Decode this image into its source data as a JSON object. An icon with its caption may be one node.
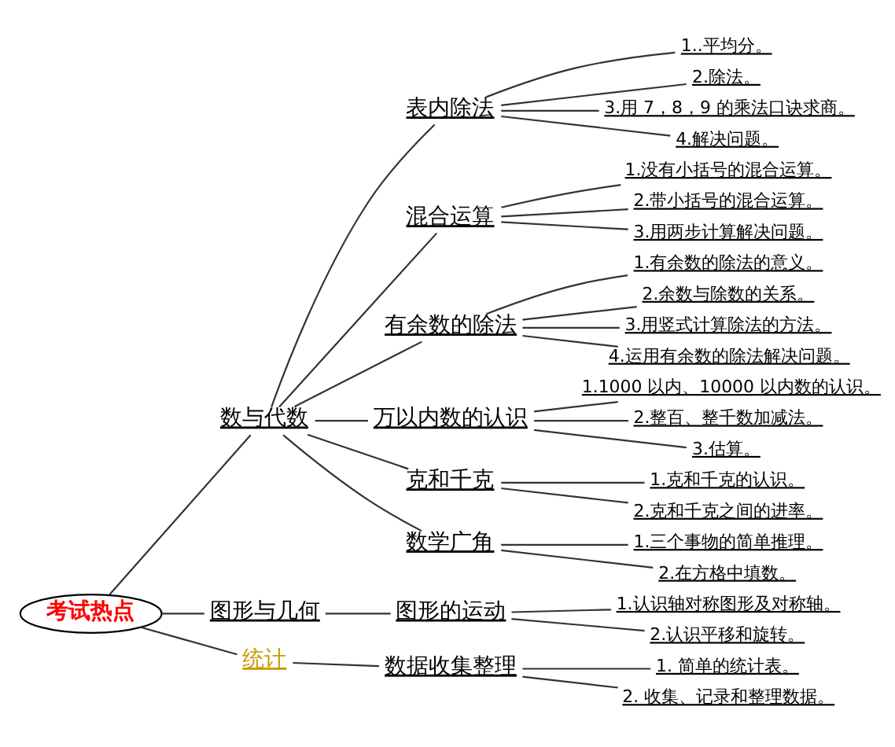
{
  "diagram": {
    "nodes": [
      {
        "text": [
          "考试热点"
        ]
      },
      {
        "text": [
          "数与代数"
        ]
      },
      {
        "text": [
          "表内除法"
        ]
      },
      {
        "text": [
          "1..平均分。"
        ]
      },
      {
        "text": [
          "2.除法。"
        ]
      },
      {
        "text": [
          "3.用 7，8，9 的乘法口诀求商。"
        ]
      },
      {
        "text": [
          "4.解决问题。"
        ]
      },
      {
        "text": [
          "混合运算"
        ]
      },
      {
        "text": [
          "1.没有小括号的混合运算。"
        ]
      },
      {
        "text": [
          "2.带小括号的混合运算。"
        ]
      },
      {
        "text": [
          "3.用两步计算解决问题。"
        ]
      },
      {
        "text": [
          "有余数的除法"
        ]
      },
      {
        "text": [
          "1.有余数的除法的意义。"
        ]
      },
      {
        "text": [
          "2.余数与除数的关系。"
        ]
      },
      {
        "text": [
          "3.用竖式计算除法的方法。"
        ]
      },
      {
        "text": [
          "4.运用有余数的除法解决问题。"
        ]
      },
      {
        "text": [
          "万以内数的认识"
        ]
      },
      {
        "text": [
          "1.1000 以内、10000 以内数的认识。"
        ]
      },
      {
        "text": [
          "2.整百、整千数加减法。"
        ]
      },
      {
        "text": [
          "3.估算。"
        ]
      },
      {
        "text": [
          "克和千克"
        ]
      },
      {
        "text": [
          "1.克和千克的认识。"
        ]
      },
      {
        "text": [
          "2.克和千克之间的进率。"
        ]
      },
      {
        "text": [
          "数学广角"
        ]
      },
      {
        "text": [
          "1.三个事物的简单推理。"
        ]
      },
      {
        "text": [
          "2.在方格中填数。"
        ]
      },
      {
        "text": [
          "图形与几何"
        ]
      },
      {
        "text": [
          "图形的运动"
        ]
      },
      {
        "text": [
          "1.认识轴对称图形及对称轴。"
        ]
      },
      {
        "text": [
          "2.认识平移和旋转。"
        ]
      },
      {
        "text": [
          "统计"
        ]
      },
      {
        "text": [
          "数据收集整理"
        ]
      },
      {
        "text": [
          "1. 简单的统计表。"
        ]
      },
      {
        "text": [
          "2. 收集、记录和整理数据。"
        ]
      }
    ],
    "edges": [
      {
        "from": 0,
        "to": 1,
        "arrow": "none"
      },
      {
        "from": 0,
        "to": 26,
        "arrow": "none"
      },
      {
        "from": 0,
        "to": 30,
        "arrow": "none"
      },
      {
        "from": 1,
        "to": 2,
        "arrow": "none"
      },
      {
        "from": 1,
        "to": 7,
        "arrow": "none"
      },
      {
        "from": 1,
        "to": 11,
        "arrow": "none"
      },
      {
        "from": 1,
        "to": 16,
        "arrow": "none"
      },
      {
        "from": 1,
        "to": 20,
        "arrow": "none"
      },
      {
        "from": 1,
        "to": 23,
        "arrow": "none"
      },
      {
        "from": 2,
        "to": 3,
        "arrow": "none"
      },
      {
        "from": 2,
        "to": 4,
        "arrow": "none"
      },
      {
        "from": 2,
        "to": 5,
        "arrow": "none"
      },
      {
        "from": 2,
        "to": 6,
        "arrow": "none"
      },
      {
        "from": 7,
        "to": 8,
        "arrow": "none"
      },
      {
        "from": 7,
        "to": 9,
        "arrow": "none"
      },
      {
        "from": 7,
        "to": 10,
        "arrow": "none"
      },
      {
        "from": 11,
        "to": 12,
        "arrow": "none"
      },
      {
        "from": 11,
        "to": 13,
        "arrow": "none"
      },
      {
        "from": 11,
        "to": 14,
        "arrow": "none"
      },
      {
        "from": 11,
        "to": 15,
        "arrow": "none"
      },
      {
        "from": 16,
        "to": 17,
        "arrow": "none"
      },
      {
        "from": 16,
        "to": 18,
        "arrow": "none"
      },
      {
        "from": 16,
        "to": 19,
        "arrow": "none"
      },
      {
        "from": 20,
        "to": 21,
        "arrow": "none"
      },
      {
        "from": 20,
        "to": 22,
        "arrow": "none"
      },
      {
        "from": 23,
        "to": 24,
        "arrow": "none"
      },
      {
        "from": 23,
        "to": 25,
        "arrow": "none"
      },
      {
        "from": 26,
        "to": 27,
        "arrow": "none"
      },
      {
        "from": 27,
        "to": 28,
        "arrow": "none"
      },
      {
        "from": 27,
        "to": 29,
        "arrow": "none"
      },
      {
        "from": 30,
        "to": 31,
        "arrow": "none"
      },
      {
        "from": 31,
        "to": 32,
        "arrow": "none"
      },
      {
        "from": 31,
        "to": 33,
        "arrow": "none"
      }
    ]
  }
}
